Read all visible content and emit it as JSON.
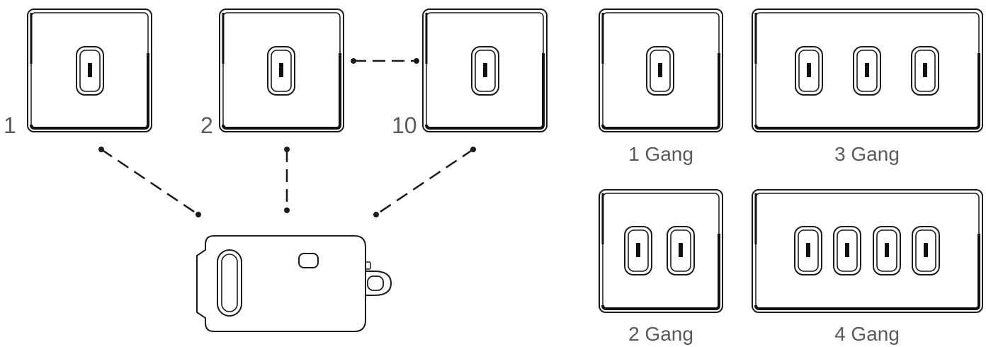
{
  "diagram": {
    "switch_numbers": [
      "1",
      "2",
      "10"
    ],
    "gang_labels": {
      "one": "1 Gang",
      "two": "2 Gang",
      "three": "3 Gang",
      "four": "4 Gang"
    },
    "colors": {
      "line": "#1a1a1a",
      "text": "#5a5a5a"
    }
  }
}
